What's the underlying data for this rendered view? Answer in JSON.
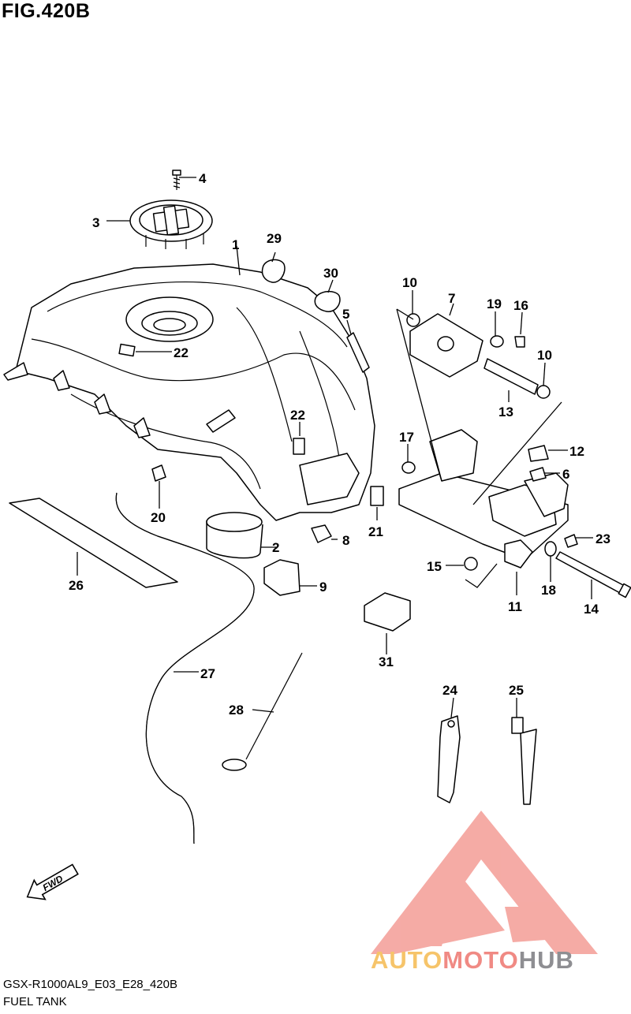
{
  "figure": {
    "title": "FIG.420B"
  },
  "callouts": [
    "1",
    "2",
    "3",
    "4",
    "5",
    "6",
    "7",
    "8",
    "9",
    "10",
    "10",
    "11",
    "12",
    "13",
    "14",
    "15",
    "16",
    "17",
    "18",
    "19",
    "20",
    "21",
    "22",
    "22",
    "23",
    "24",
    "25",
    "26",
    "27",
    "28",
    "29",
    "30",
    "31"
  ],
  "fwd_label": "FWD",
  "footer": {
    "code": "GSX-R1000AL9_E03_E28_420B",
    "name": "FUEL TANK"
  },
  "watermark": {
    "part1": "AUTO",
    "part2": "MOTO",
    "part3": "HUB",
    "colors": {
      "auto": "#f6c46a",
      "moto": "#f08a84",
      "hub": "#8e8e92",
      "logo": "#f4a29c"
    }
  }
}
